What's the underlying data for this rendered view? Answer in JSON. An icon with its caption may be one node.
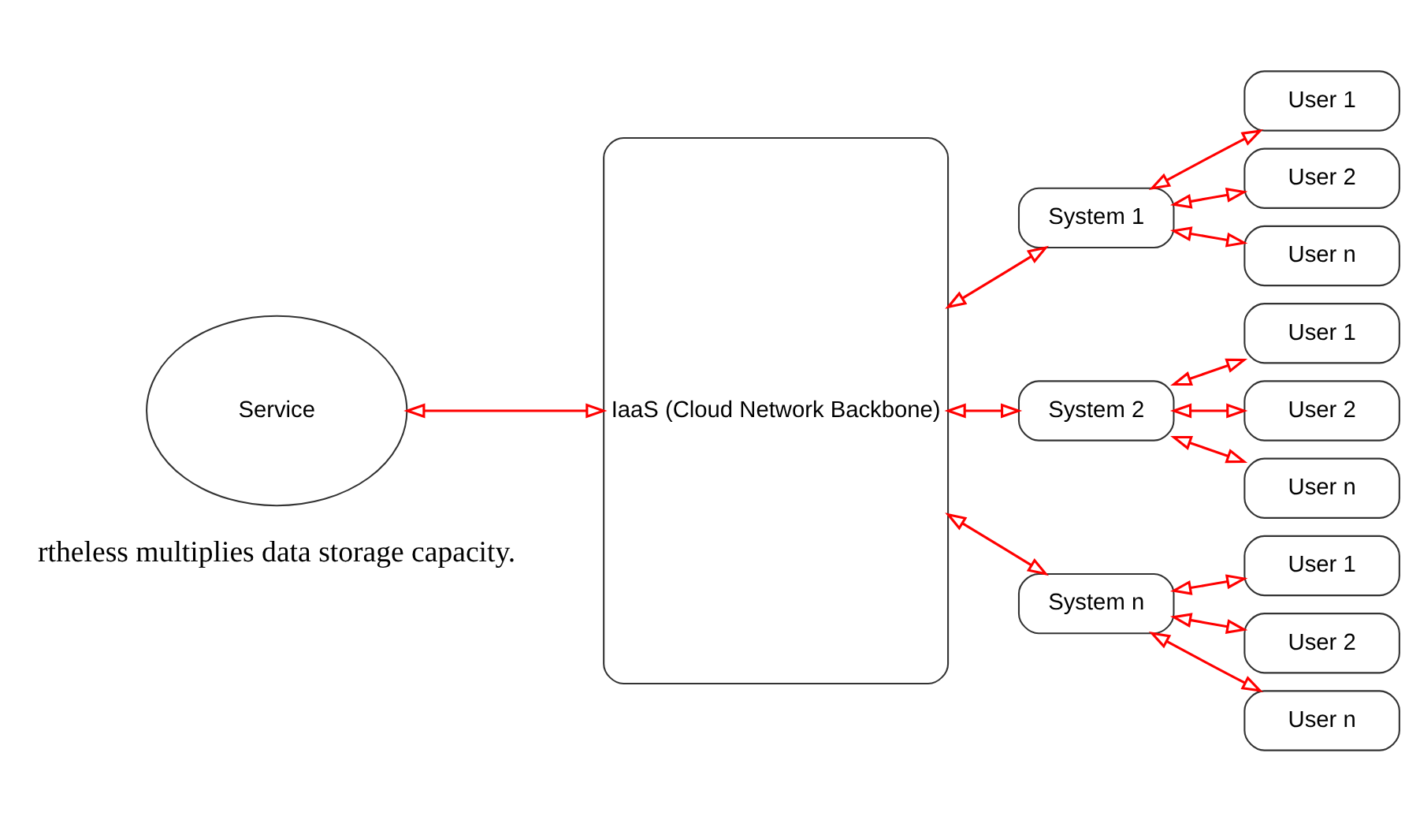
{
  "diagram": {
    "nodes": [
      {
        "text": [
          "Service"
        ]
      },
      {
        "text": [
          "IaaS (Cloud Network Backbone)"
        ]
      },
      {
        "text": [
          "System 1"
        ]
      },
      {
        "text": [
          "User 1"
        ]
      },
      {
        "text": [
          "User 2"
        ]
      },
      {
        "text": [
          "User n"
        ]
      },
      {
        "text": [
          "System 2"
        ]
      },
      {
        "text": [
          "User 1"
        ]
      },
      {
        "text": [
          "User 2"
        ]
      },
      {
        "text": [
          "User n"
        ]
      },
      {
        "text": [
          "System n"
        ]
      },
      {
        "text": [
          "User 1"
        ]
      },
      {
        "text": [
          "User 2"
        ]
      },
      {
        "text": [
          "User n"
        ]
      }
    ],
    "edges": [
      {
        "from": 0,
        "to": 1,
        "arrow": "both"
      },
      {
        "from": 1,
        "to": 2,
        "arrow": "both"
      },
      {
        "from": 1,
        "to": 6,
        "arrow": "both"
      },
      {
        "from": 1,
        "to": 10,
        "arrow": "both"
      },
      {
        "from": 2,
        "to": 3,
        "arrow": "both"
      },
      {
        "from": 2,
        "to": 4,
        "arrow": "both"
      },
      {
        "from": 2,
        "to": 5,
        "arrow": "both"
      },
      {
        "from": 6,
        "to": 7,
        "arrow": "both"
      },
      {
        "from": 6,
        "to": 8,
        "arrow": "both"
      },
      {
        "from": 6,
        "to": 9,
        "arrow": "both"
      },
      {
        "from": 10,
        "to": 11,
        "arrow": "both"
      },
      {
        "from": 10,
        "to": 12,
        "arrow": "both"
      },
      {
        "from": 10,
        "to": 13,
        "arrow": "both"
      }
    ],
    "labels": [
      "rtheless multiplies data storage capacity."
    ]
  }
}
